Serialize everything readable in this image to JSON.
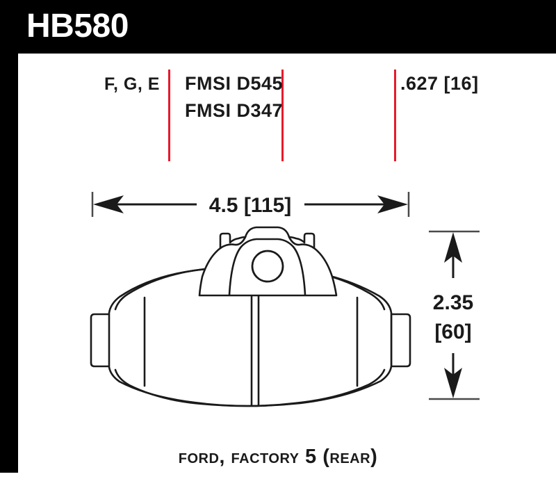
{
  "header": {
    "part_number": "HB580",
    "background_color": "#000000",
    "text_color": "#ffffff"
  },
  "spec": {
    "compounds": "F, G, E",
    "fmsi_1": "FMSI D545",
    "fmsi_2": "FMSI D347",
    "thickness": ".627 [16]",
    "divider_color": "#e8192c"
  },
  "dimensions": {
    "width_label": "4.5 [115]",
    "height_label_line1": "2.35",
    "height_label_line2": "[60]"
  },
  "caption": {
    "text": "Ford, Factory 5 (Rear)"
  },
  "drawing": {
    "line_color": "#1a1a1a",
    "fill_color": "#ffffff",
    "description": "rear brake pad outline with top mounting bracket, center hole, side ears and wear slot"
  }
}
